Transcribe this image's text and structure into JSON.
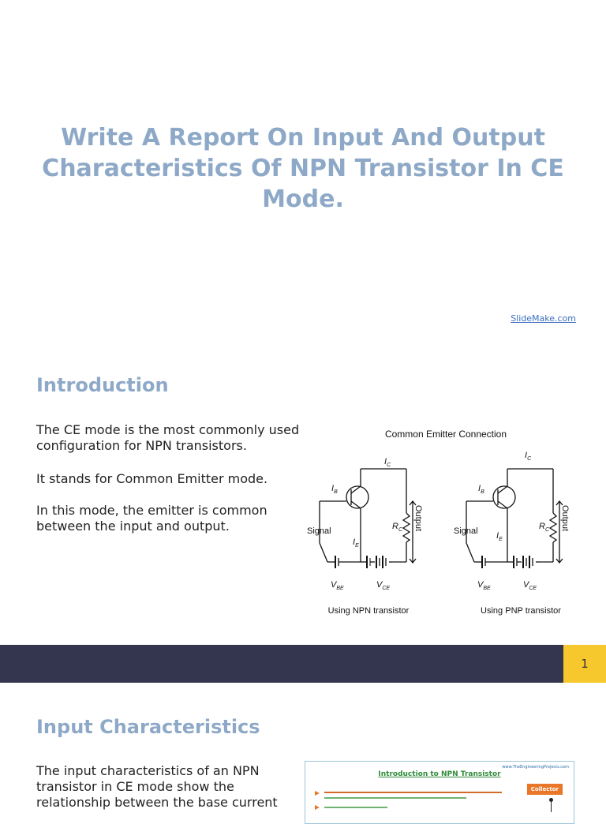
{
  "slide1": {
    "title": "Write A Report On Input And Output Characteristics Of NPN Transistor In CE Mode.",
    "source": "SlideMake.com"
  },
  "slide2": {
    "heading": "Introduction",
    "paragraphs": [
      "The CE mode is the most commonly used configuration for NPN transistors.",
      "It stands for Common Emitter mode.",
      "In this mode, the emitter is common between the input and output."
    ],
    "diagram": {
      "title": "Common Emitter Connection",
      "npn_caption": "Using NPN transistor",
      "pnp_caption": "Using PNP transistor",
      "labels": {
        "signal": "Signal",
        "output": "Output",
        "ib": "I",
        "ib_sub": "B",
        "ic": "I",
        "ic_sub": "C",
        "ie": "I",
        "ie_sub": "E",
        "rc": "R",
        "rc_sub": "C",
        "vbe": "V",
        "vbe_sub": "BE",
        "vce": "V",
        "vce_sub": "CE"
      }
    },
    "page_number": "1"
  },
  "slide3": {
    "heading": "Input Characteristics",
    "paragraph": "The input characteristics of an NPN transistor in CE mode show the relationship between the base current",
    "thumbnail": {
      "title": "Introduction to NPN Transistor",
      "site": "www.TheEngineeringProjects.com",
      "badge": "Collector"
    }
  },
  "colors": {
    "heading": "#8ea9c7",
    "footer_bar": "#343650",
    "page_number_bg": "#f7c82e",
    "link": "#3a6fbf"
  }
}
